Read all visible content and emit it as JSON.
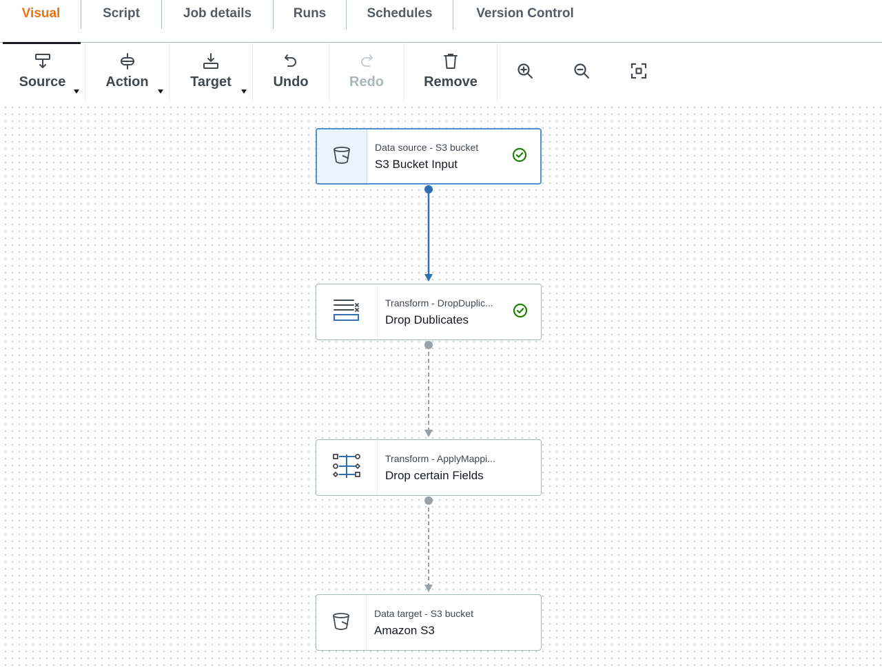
{
  "tabs": [
    {
      "label": "Visual",
      "active": true
    },
    {
      "label": "Script"
    },
    {
      "label": "Job details"
    },
    {
      "label": "Runs"
    },
    {
      "label": "Schedules"
    },
    {
      "label": "Version Control"
    }
  ],
  "toolbar": {
    "source_label": "Source",
    "action_label": "Action",
    "target_label": "Target",
    "undo_label": "Undo",
    "redo_label": "Redo",
    "remove_label": "Remove",
    "icons": [
      "source-icon",
      "action-icon",
      "target-icon",
      "undo-icon",
      "redo-icon",
      "trash-icon",
      "zoom-in-icon",
      "zoom-out-icon",
      "fit-to-screen-icon"
    ]
  },
  "colors": {
    "active_tab": "#ec7211",
    "selected_border": "#4f8fd1",
    "selected_edge": "#2f6fb2",
    "inactive_edge": "#9aa0a6",
    "success": "#1d8102"
  },
  "nodes": [
    {
      "type": "Data source - S3 bucket",
      "title": "S3 Bucket Input",
      "icon": "bucket-icon",
      "status": "success",
      "selected": true
    },
    {
      "type": "Transform - DropDuplic...",
      "title": "Drop Dublicates",
      "icon": "drop-duplicates-icon",
      "status": "success"
    },
    {
      "type": "Transform - ApplyMappi...",
      "title": "Drop certain Fields",
      "icon": "apply-mapping-icon"
    },
    {
      "type": "Data target - S3 bucket",
      "title": "Amazon S3",
      "icon": "bucket-icon"
    }
  ]
}
